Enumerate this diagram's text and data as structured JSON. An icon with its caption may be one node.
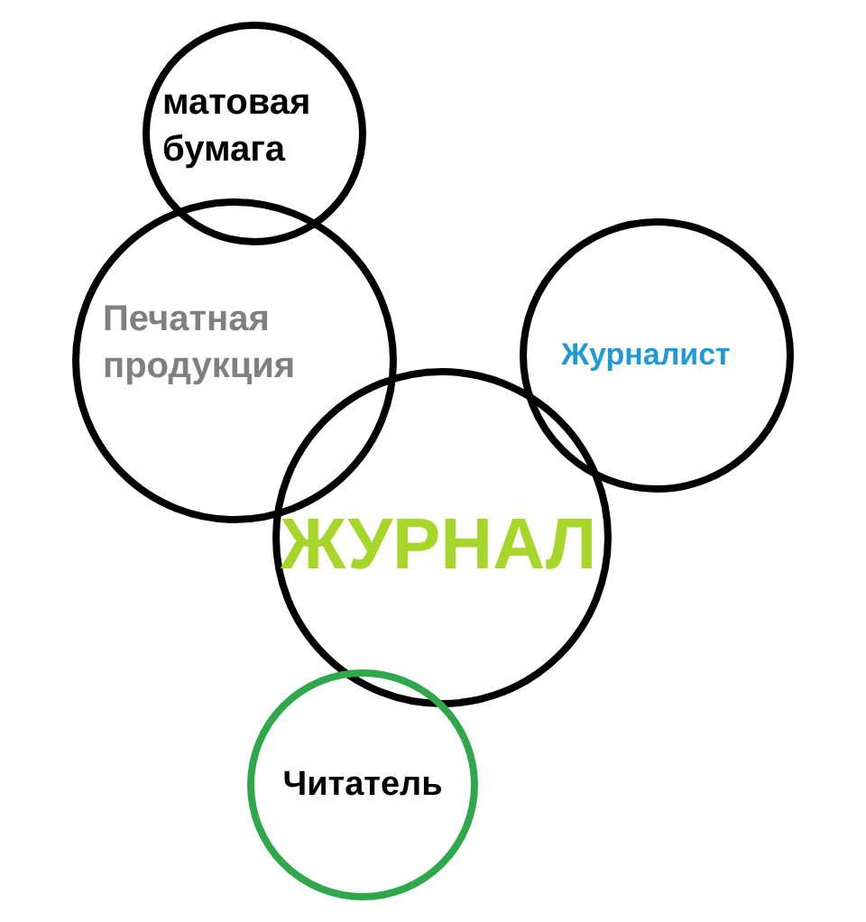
{
  "diagram": {
    "nodes": [
      {
        "text": [
          "матовая бумага"
        ]
      },
      {
        "text": [
          "Печатная продукция"
        ]
      },
      {
        "text": [
          "Журналист"
        ]
      },
      {
        "text": [
          "ЖУРНАЛ"
        ]
      },
      {
        "text": [
          "Читатель"
        ]
      }
    ]
  }
}
